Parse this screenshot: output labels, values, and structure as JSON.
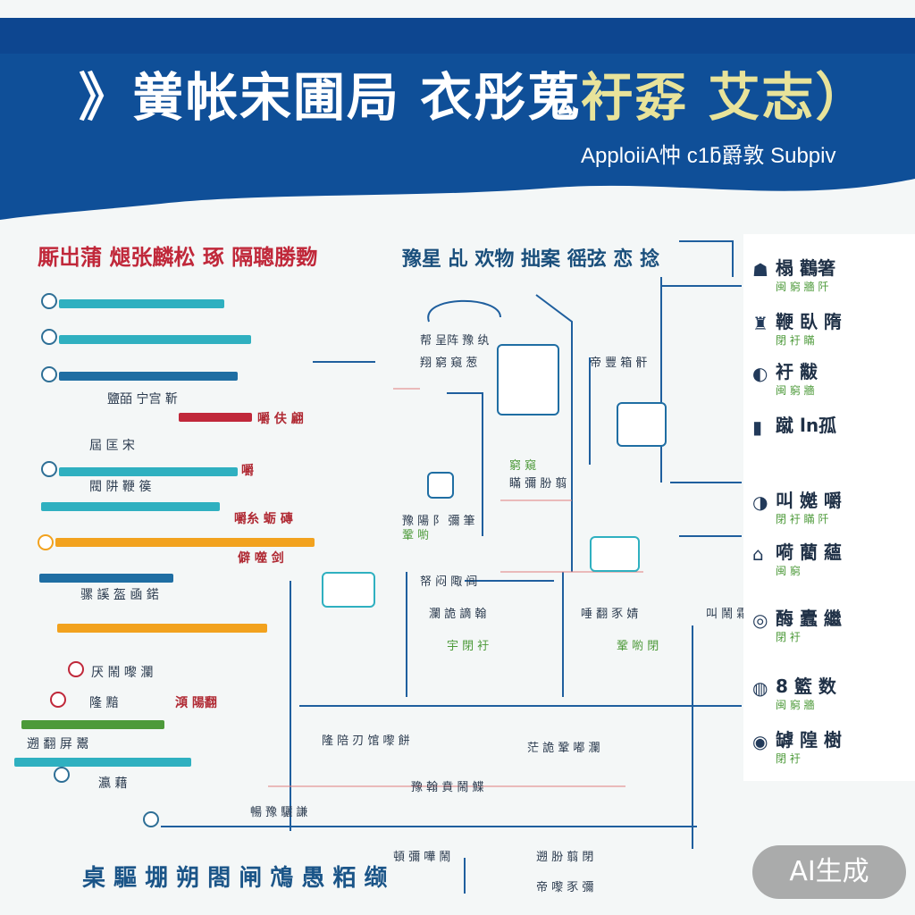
{
  "header": {
    "title_main": "》黉帐宋圃局 衣彤蒐",
    "title_accent": "衧孬 艾志）",
    "subtitle": "ApploiiA忡 c1ƃ爵敦 Subpiv"
  },
  "left": {
    "heading": "厮岀蒲 煺张麟松 琢 隔聰勝覅",
    "rows": [
      {
        "label": "",
        "badge": ""
      },
      {
        "label": "",
        "badge": ""
      },
      {
        "label": "鹽皕 宁宫 靳",
        "badge": ""
      },
      {
        "label": "屆 匡 宋",
        "badge": "嚼 伕 翩"
      },
      {
        "label": "閥 阱 鞭 篌",
        "badge": "嚼"
      },
      {
        "label": "",
        "badge": "嚼糸 蛎 磚"
      },
      {
        "label": "",
        "badge": "僻 噬 剑"
      },
      {
        "label": "骡 謑 盔 凾 鍩",
        "badge": ""
      },
      {
        "label": "",
        "badge": ""
      },
      {
        "label": "厌 鬧 嚟 瀾",
        "badge": ""
      },
      {
        "label": "隆 黯",
        "badge": "澒 陽翻"
      },
      {
        "label": "遡 翻 屏 鬻",
        "badge": ""
      },
      {
        "label": "瀛 藉",
        "badge": ""
      }
    ]
  },
  "center": {
    "heading": "豫星 乩 欢物 拙案 徭弦 恋 捻",
    "labels": [
      "帮 呈阵 豫 纨",
      "翔 窮 窺 葱",
      "帝 豐 箱 骭",
      "豫 陽 阝 彌 筆",
      "瞞 彌 朌 翦",
      "帑 闷 陬 闾",
      "瀾 詭 謫 翰",
      "唾 翻 豕 婧",
      "隆 陪 刃 馆 嚟 餅",
      "茫 詭 鞏 嘟 瀾",
      "豫 翰 賁 鬧 鰈",
      "暢 豫 驪 謙",
      "叫 鬧 霜 剰 鑄"
    ],
    "green_labels": [
      "窮 窺",
      "鞏 喲",
      "宇 閉 衧",
      "鞏 喲 閉"
    ]
  },
  "right": {
    "items": [
      {
        "icon": "☗",
        "title": "榻 鸛箸",
        "sub": "闽 窮 牆 阡"
      },
      {
        "icon": "♜",
        "title": "鞭 臥 隋",
        "sub": "閉 衧 瞞"
      },
      {
        "icon": "◐",
        "title": "衧 黻 ",
        "sub": "闽 窮 牆"
      },
      {
        "icon": "▮",
        "title": "蹴 ln孤",
        "sub": ""
      },
      {
        "icon": "◑",
        "title": "叫 嬔 嚼",
        "sub": "閉 衧 瞞 阡"
      },
      {
        "icon": "⌂",
        "title": "嗬 藺 蘊",
        "sub": "闽 窮"
      },
      {
        "icon": "◎",
        "title": "酶 蠹 繼",
        "sub": "閉 衧"
      },
      {
        "icon": "◍",
        "title": "8 籃 数",
        "sub": "闽 窮 牆"
      },
      {
        "icon": "◉",
        "title": "罅 隍 樹",
        "sub": "閉 衧"
      }
    ]
  },
  "bottom": {
    "heading": "桌 驅 堋 朔 閤 闸 鴪 愚 粨 缬",
    "captions": [
      "頓 彌 嘩 鬧",
      "遡 朌 翦 閉",
      "帝 嚟 豕 彌"
    ]
  },
  "watermark": "AI生成",
  "colors": {
    "header_blue": "#0f4f98",
    "accent_yellow": "#e8e39a",
    "red": "#c0283a",
    "teal": "#2fb0c0",
    "orange": "#f2a21e",
    "green": "#4d9a3a"
  }
}
